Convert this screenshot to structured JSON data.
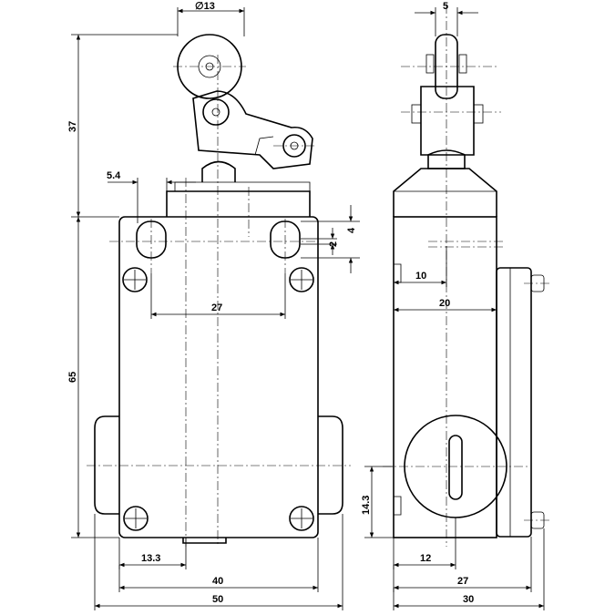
{
  "dimensions": {
    "roller_diameter": "∅13",
    "roller_width": "5",
    "mount_offset": "5.4",
    "actuator_height": "37",
    "body_height": "65",
    "slot_pitch": "27",
    "slot_height": "4",
    "slot_width": "2",
    "side_depth_10": "10",
    "side_depth_20": "20",
    "conduit_height": "14.3",
    "bottom_13_3": "13.3",
    "bottom_40": "40",
    "total_width": "50",
    "side_12": "12",
    "side_27": "27",
    "side_30": "30"
  }
}
